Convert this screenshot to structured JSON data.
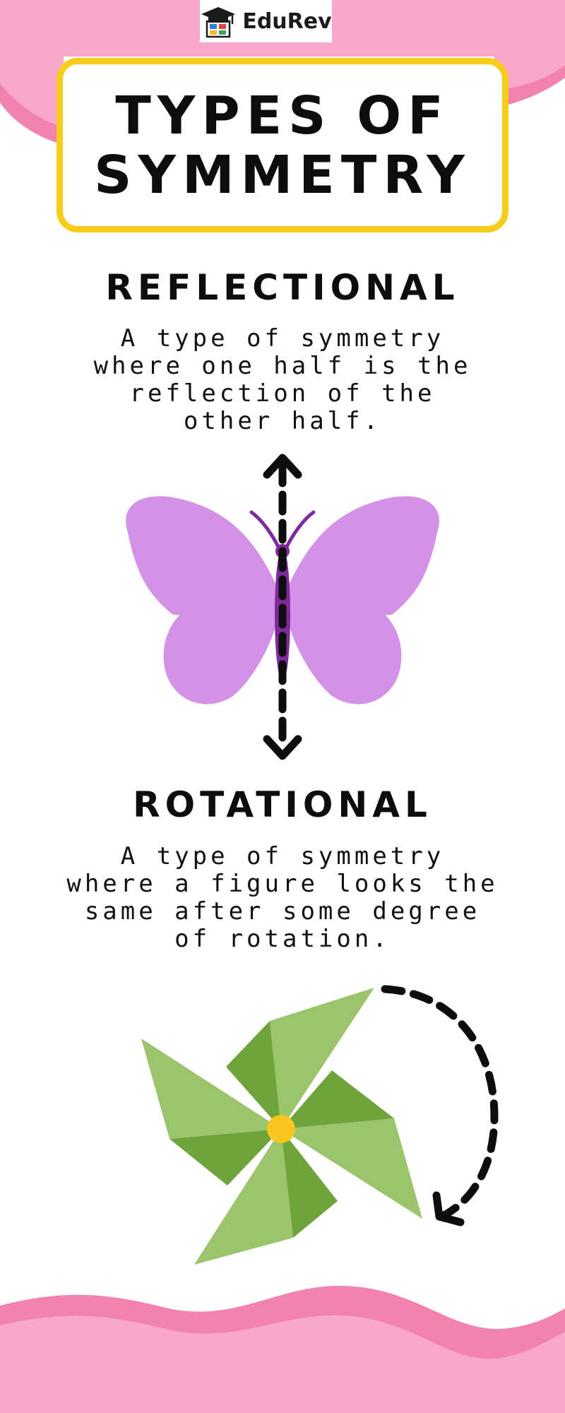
{
  "brand": {
    "name": "EduRev"
  },
  "title": {
    "line1": "TYPES OF",
    "line2": "SYMMETRY"
  },
  "sections": [
    {
      "heading": "REFLECTIONAL",
      "lines": [
        "A type of symmetry",
        "where one half is the",
        "reflection of the",
        "other half."
      ],
      "illustration": "butterfly-with-mirror-line"
    },
    {
      "heading": "ROTATIONAL",
      "lines": [
        "A type of symmetry",
        "where a figure looks the",
        "same after some degree",
        "of rotation."
      ],
      "illustration": "pinwheel-with-rotation-arrow"
    }
  ],
  "colors": {
    "pink_light": "#f9a8cb",
    "pink_dark": "#f283b1",
    "frame_yellow": "#f8cc1b",
    "butterfly_wing": "#d392e6",
    "butterfly_body": "#7e2a9c",
    "pinwheel_light": "#9bc46c",
    "pinwheel_dark": "#6fa43c",
    "pinwheel_center": "#f8c61e",
    "ink": "#0d0d0d"
  }
}
